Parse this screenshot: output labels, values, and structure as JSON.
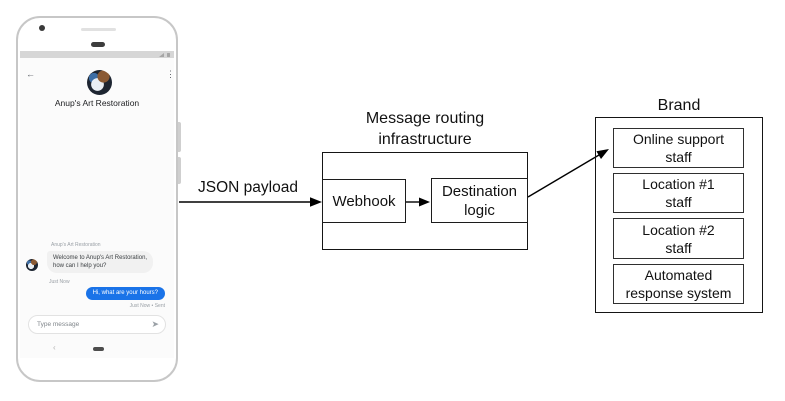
{
  "diagram": {
    "payload_label": "JSON payload",
    "routing": {
      "title": "Message routing\ninfrastructure",
      "webhook": "Webhook",
      "destination": "Destination\nlogic"
    },
    "brand": {
      "title": "Brand",
      "boxes": [
        "Online support\nstaff",
        "Location #1\nstaff",
        "Location #2\nstaff",
        "Automated\nresponse system"
      ]
    }
  },
  "phone": {
    "header": {
      "title": "Anup's Art Restoration"
    },
    "conversation": {
      "sender_name": "Anup's Art Restoration",
      "incoming_message": "Welcome to Anup's Art Restoration,\nhow can I help you?",
      "incoming_time": "Just Now",
      "outgoing_message": "Hi, what are your hours?",
      "outgoing_time": "Just Now • Sent"
    },
    "composer": {
      "placeholder": "Type message"
    }
  },
  "icons": {
    "back": "←",
    "overflow_menu": "⋮",
    "send": "➤",
    "nav_back": "‹"
  },
  "colors": {
    "outgoing_bubble": "#1a73e8",
    "incoming_bubble": "#f1f1f1",
    "status_bar": "#d6d6d6",
    "phone_frame": "#c7c7c7",
    "diagram_line": "#000000"
  }
}
